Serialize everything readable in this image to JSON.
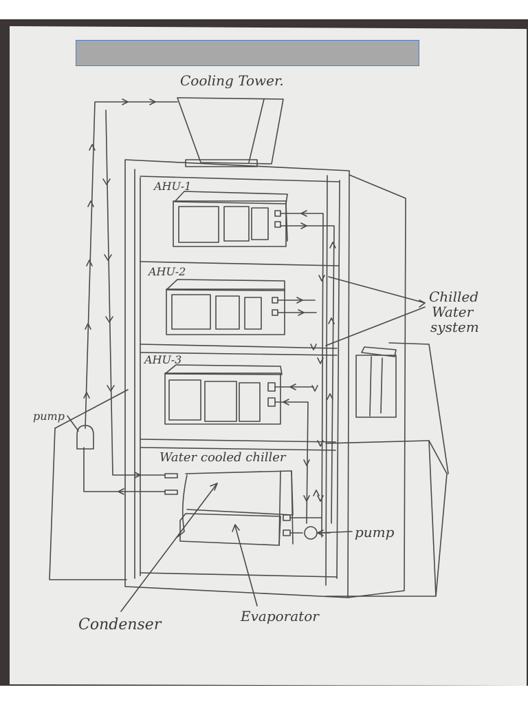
{
  "labels": {
    "cooling_tower": "Cooling Tower.",
    "ahu1": "AHU-1",
    "ahu2": "AHU-2",
    "ahu3": "AHU-3",
    "chilled_line1": "Chilled",
    "chilled_line2": "Water",
    "chilled_line3": "system",
    "pump_left": "pump",
    "pump_right": "pump",
    "chiller": "Water cooled chiller",
    "condenser": "Condenser",
    "evaporator": "Evaporator"
  },
  "colors": {
    "paper": "#ececea",
    "pencil": "#4a4a4a",
    "title_box": "#a8a8a8",
    "title_border": "#4a7fc0"
  }
}
